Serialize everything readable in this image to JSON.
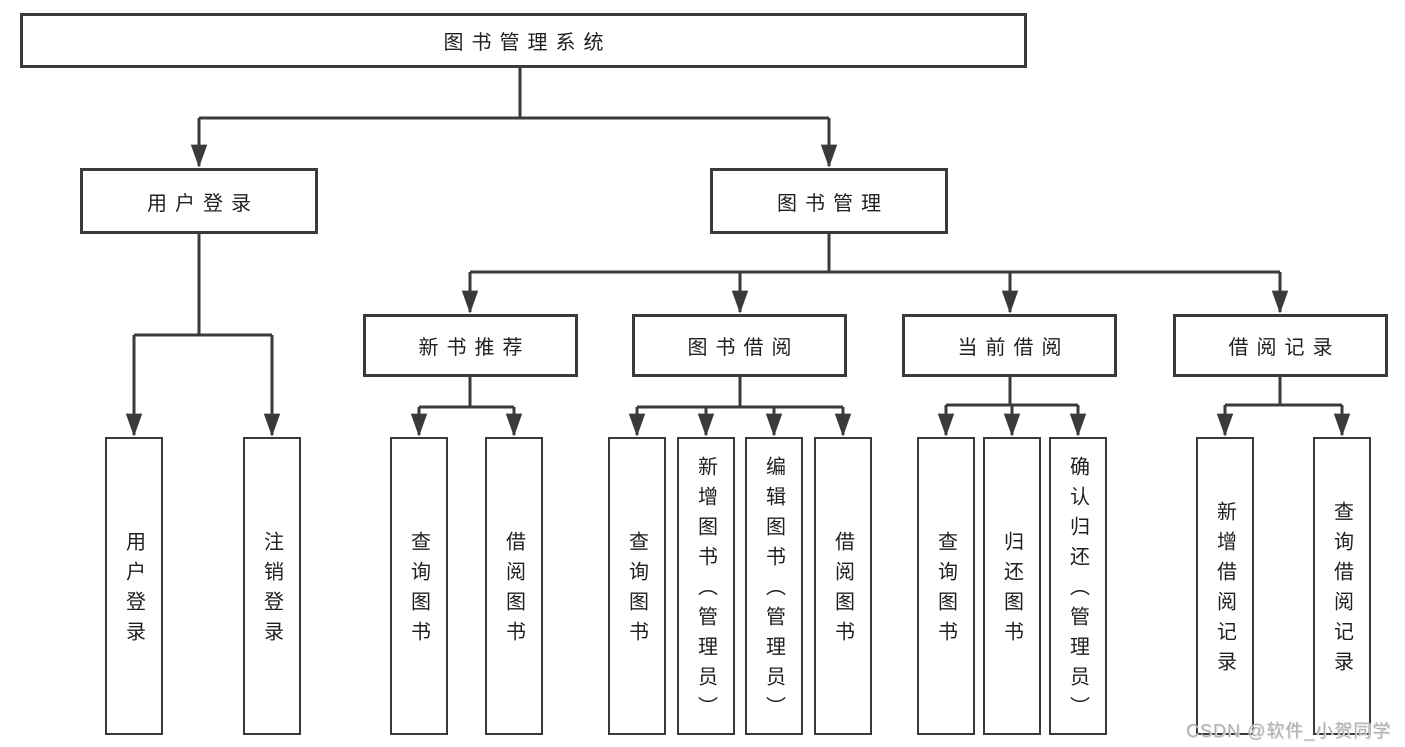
{
  "diagram": {
    "root": {
      "label": "图书管理系统"
    },
    "level2": [
      {
        "label": "用户登录"
      },
      {
        "label": "图书管理"
      }
    ],
    "level3": [
      {
        "label": "新书推荐"
      },
      {
        "label": "图书借阅"
      },
      {
        "label": "当前借阅"
      },
      {
        "label": "借阅记录"
      }
    ],
    "leaves": {
      "user_login": [
        {
          "label": "用户登录"
        },
        {
          "label": "注销登录"
        }
      ],
      "new_book_recommend": [
        {
          "label": "查询图书"
        },
        {
          "label": "借阅图书"
        }
      ],
      "book_borrow": [
        {
          "label": "查询图书"
        },
        {
          "label": "新增图书（管理员）"
        },
        {
          "label": "编辑图书（管理员）"
        },
        {
          "label": "借阅图书"
        }
      ],
      "current_borrow": [
        {
          "label": "查询图书"
        },
        {
          "label": "归还图书"
        },
        {
          "label": "确认归还（管理员）"
        }
      ],
      "borrow_record": [
        {
          "label": "新增借阅记录"
        },
        {
          "label": "查询借阅记录"
        }
      ]
    }
  },
  "watermark": {
    "text": "CSDN @软件_小贺同学"
  },
  "colors": {
    "line": "#3a3a3a",
    "box_border": "#3a3a3a",
    "text": "#1f1f1f",
    "watermark": "#b0b0b0",
    "background": "#ffffff"
  }
}
